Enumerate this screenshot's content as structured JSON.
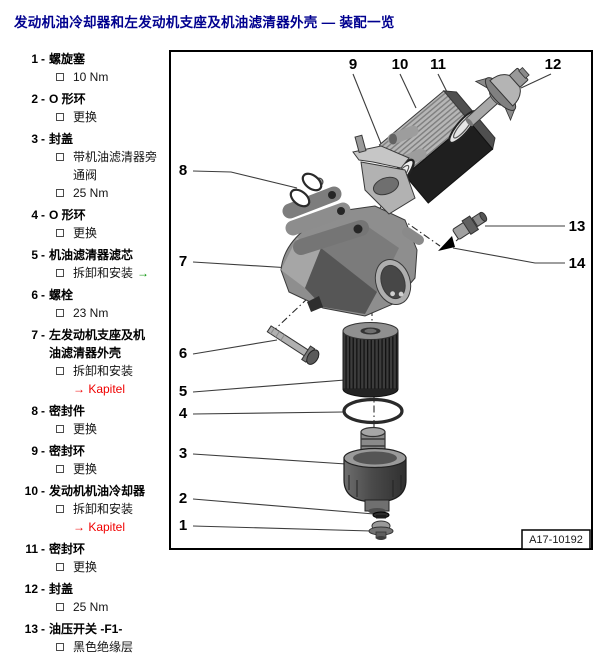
{
  "title": "发动机油冷却器和左发动机支座及机油滤清器外壳 — 装配一览",
  "list_separator": "-",
  "colors": {
    "title_blue": "#00008f",
    "kapitel_red": "#f00000",
    "arrow_green": "#009000"
  },
  "parts": [
    {
      "num": "1",
      "name": "螺旋塞",
      "subs": [
        {
          "text": "10 Nm"
        }
      ]
    },
    {
      "num": "2",
      "name": "O 形环",
      "subs": [
        {
          "text": "更换"
        }
      ]
    },
    {
      "num": "3",
      "name": "封盖",
      "subs": [
        {
          "text": "带机油滤清器旁通阀"
        },
        {
          "text": "25 Nm"
        }
      ]
    },
    {
      "num": "4",
      "name": "O 形环",
      "subs": [
        {
          "text": "更换"
        }
      ]
    },
    {
      "num": "5",
      "name": "机油滤清器滤芯",
      "subs": [
        {
          "text": "拆卸和安装",
          "arrow": "→"
        }
      ]
    },
    {
      "num": "6",
      "name": "螺栓",
      "subs": [
        {
          "text": "23 Nm"
        }
      ]
    },
    {
      "num": "7",
      "name": "左发动机支座及机油滤清器外壳",
      "subs": [
        {
          "text": "拆卸和安装",
          "link": "→ Kapitel"
        }
      ]
    },
    {
      "num": "8",
      "name": "密封件",
      "subs": [
        {
          "text": "更换"
        }
      ]
    },
    {
      "num": "9",
      "name": "密封环",
      "subs": [
        {
          "text": "更换"
        }
      ]
    },
    {
      "num": "10",
      "name": "发动机机油冷却器",
      "subs": [
        {
          "text": "拆卸和安装",
          "link": "→ Kapitel"
        }
      ]
    },
    {
      "num": "11",
      "name": "密封环",
      "subs": [
        {
          "text": "更换"
        }
      ]
    },
    {
      "num": "12",
      "name": "封盖",
      "subs": [
        {
          "text": "25 Nm"
        }
      ]
    },
    {
      "num": "13",
      "name": "油压开关 -F1-",
      "subs": [
        {
          "text": "黑色绝缘层"
        }
      ]
    }
  ],
  "diagram": {
    "figure_label": "A17-10192",
    "callouts": [
      {
        "label": "1"
      },
      {
        "label": "2"
      },
      {
        "label": "3"
      },
      {
        "label": "4"
      },
      {
        "label": "5"
      },
      {
        "label": "6"
      },
      {
        "label": "7"
      },
      {
        "label": "8"
      },
      {
        "label": "9"
      },
      {
        "label": "10"
      },
      {
        "label": "11"
      },
      {
        "label": "12"
      },
      {
        "label": "13"
      },
      {
        "label": "14"
      }
    ]
  }
}
